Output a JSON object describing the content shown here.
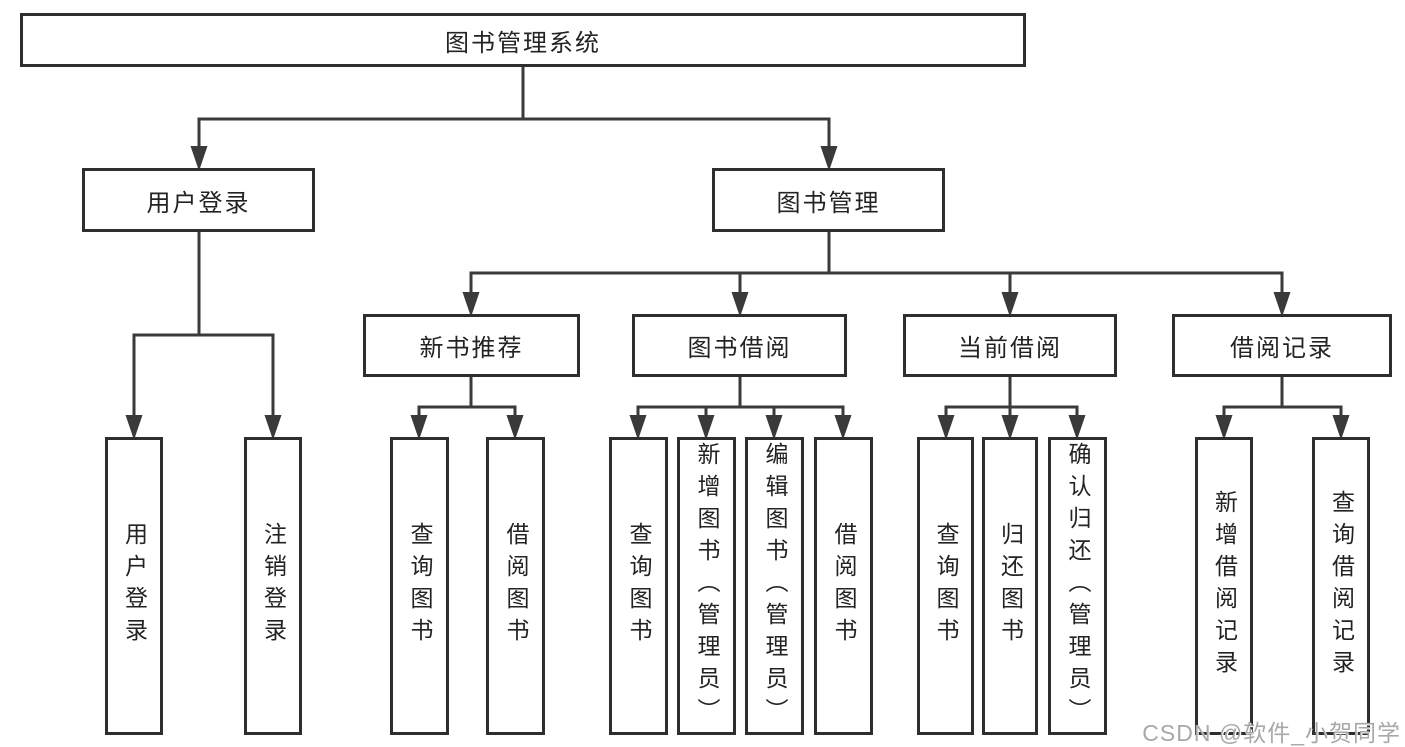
{
  "tree": {
    "label": "图书管理系统",
    "children": [
      {
        "label": "用户登录",
        "children": [
          {
            "label": "用户登录"
          },
          {
            "label": "注销登录"
          }
        ]
      },
      {
        "label": "图书管理",
        "children": [
          {
            "label": "新书推荐",
            "children": [
              {
                "label": "查询图书"
              },
              {
                "label": "借阅图书"
              }
            ]
          },
          {
            "label": "图书借阅",
            "children": [
              {
                "label": "查询图书"
              },
              {
                "label": "新增图书（管理员）"
              },
              {
                "label": "编辑图书（管理员）"
              },
              {
                "label": "借阅图书"
              }
            ]
          },
          {
            "label": "当前借阅",
            "children": [
              {
                "label": "查询图书"
              },
              {
                "label": "归还图书"
              },
              {
                "label": "确认归还（管理员）"
              }
            ]
          },
          {
            "label": "借阅记录",
            "children": [
              {
                "label": "新增借阅记录"
              },
              {
                "label": "查询借阅记录"
              }
            ]
          }
        ]
      }
    ]
  },
  "watermark": {
    "text": "CSDN @软件_小贺同学"
  },
  "colors": {
    "line": "#3a3a3a",
    "box_border": "#2e2e2e",
    "text": "#232323",
    "watermark": "#a8a8a8",
    "background": "#ffffff"
  }
}
